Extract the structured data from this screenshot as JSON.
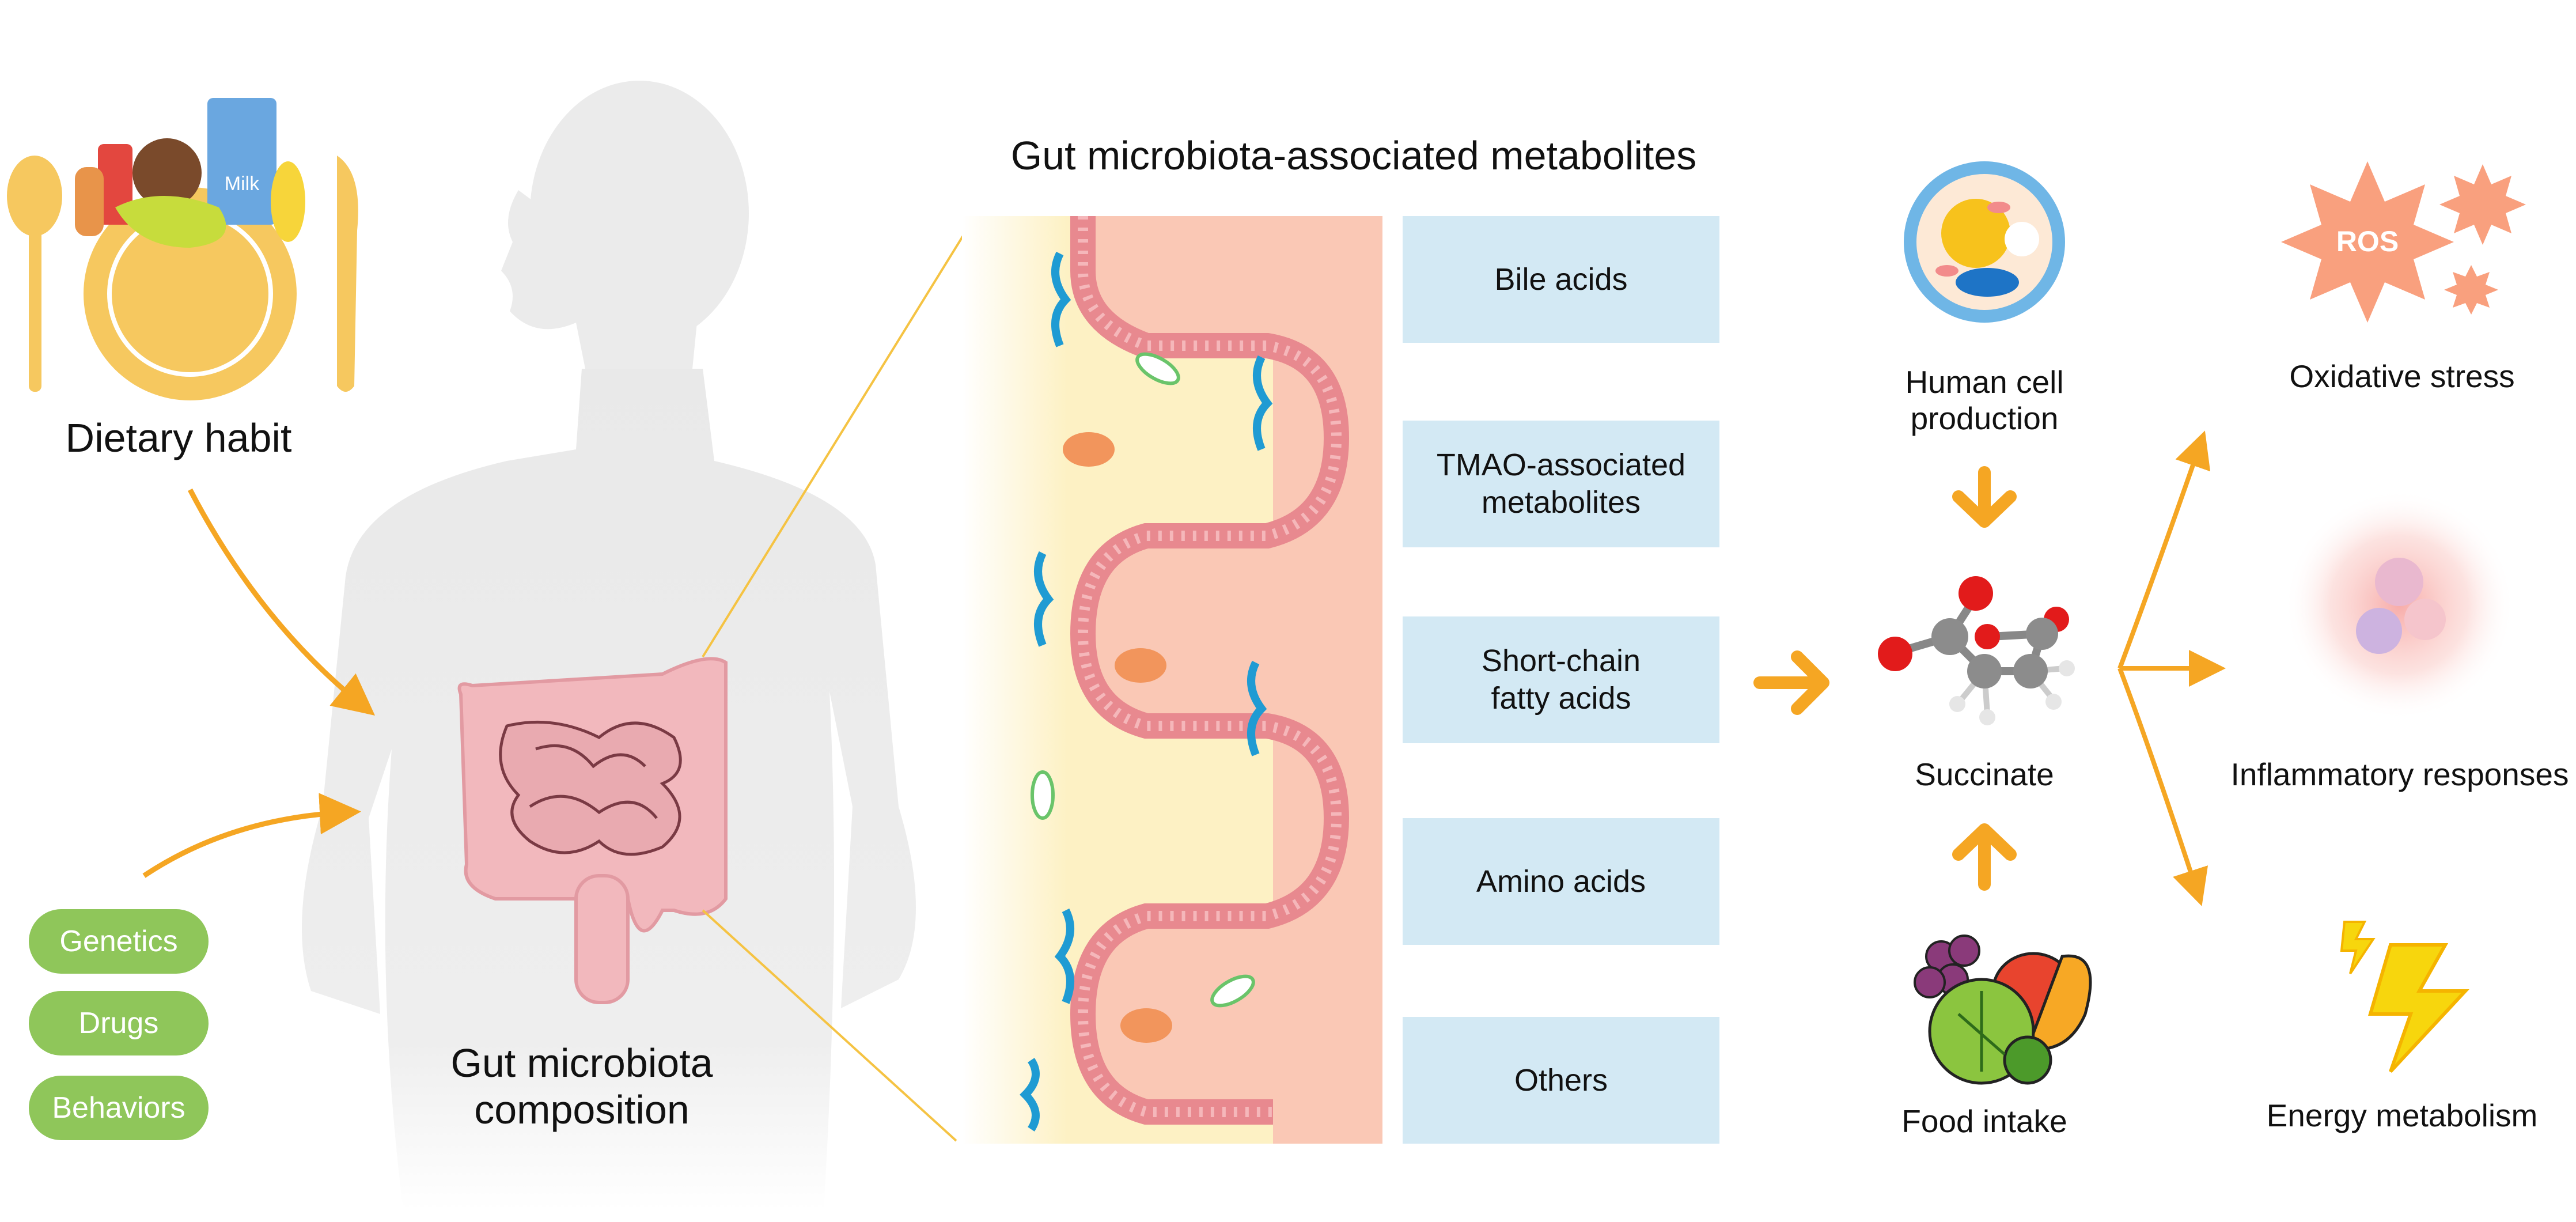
{
  "title": "Gut microbiota-associated metabolites",
  "left": {
    "dietary_habit": "Dietary habit",
    "gut_microbiota": "Gut microbiota\ncomposition",
    "factors": [
      "Genetics",
      "Drugs",
      "Behaviors"
    ],
    "milk_label": "Milk"
  },
  "metabolites": [
    "Bile acids",
    "TMAO-associated\nmetabolites",
    "Short-chain\nfatty acids",
    "Amino acids",
    "Others"
  ],
  "succinate": {
    "human_cell": "Human cell\nproduction",
    "center": "Succinate",
    "food": "Food intake"
  },
  "effects": {
    "oxidative": "Oxidative stress",
    "ros": "ROS",
    "inflammatory": "Inflammatory responses",
    "energy": "Energy metabolism"
  },
  "colors": {
    "arrow": "#f5a623",
    "box": "#d3e9f4",
    "pill": "#8fc65a",
    "villi": "#e8898f",
    "lumen": "#fdf1c4",
    "tissue": "#fac8b5",
    "ros": "#f9a07e"
  }
}
